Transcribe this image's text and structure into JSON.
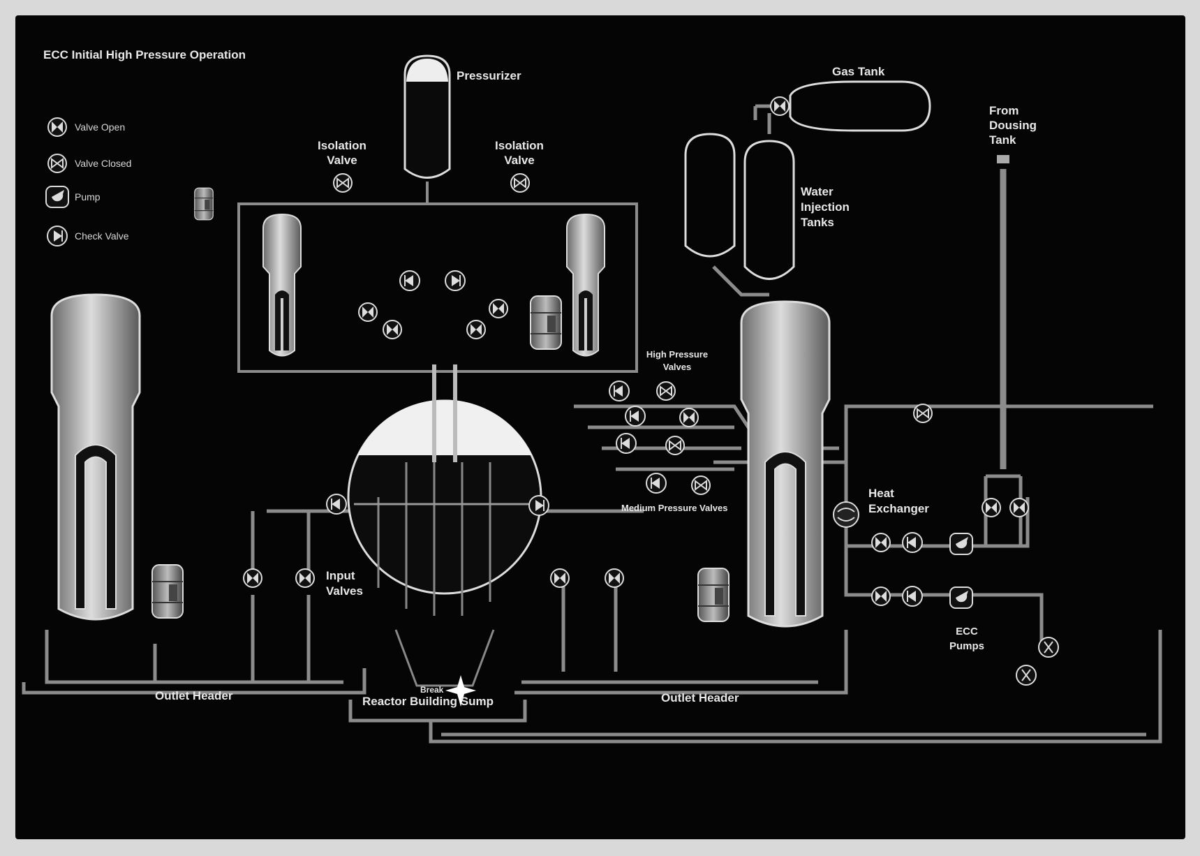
{
  "title": "ECC Initial High Pressure Operation",
  "legend": [
    {
      "icon": "valve-open-icon",
      "label": "Valve Open"
    },
    {
      "icon": "valve-closed-icon",
      "label": "Valve Closed"
    },
    {
      "icon": "pump-icon",
      "label": "Pump"
    },
    {
      "icon": "check-valve-icon",
      "label": "Check Valve"
    }
  ],
  "labels": {
    "pressurizer": "Pressurizer",
    "isolation_left": [
      "Isolation",
      "Valve"
    ],
    "isolation_right": [
      "Isolation",
      "Valve"
    ],
    "gas_tank": "Gas Tank",
    "water_tanks": [
      "Water",
      "Injection",
      "Tanks"
    ],
    "dousing": [
      "From",
      "Dousing",
      "Tank"
    ],
    "high_pressure": [
      "High Pressure",
      "Valves"
    ],
    "medium_pressure": "Medium Pressure Valves",
    "heat_exchanger": [
      "Heat",
      "Exchanger"
    ],
    "ecc_pumps": [
      "ECC",
      "Pumps"
    ],
    "input_valves": [
      "Input",
      "Valves"
    ],
    "break": "Break",
    "outlet_left": "Outlet Header",
    "outlet_right": "Outlet Header",
    "sump": "Reactor Building Sump"
  },
  "colors": {
    "background": "#050505",
    "pipe": "#9a9a9a",
    "vessel": "#c8c8c8",
    "text": "#e8e8e8"
  }
}
